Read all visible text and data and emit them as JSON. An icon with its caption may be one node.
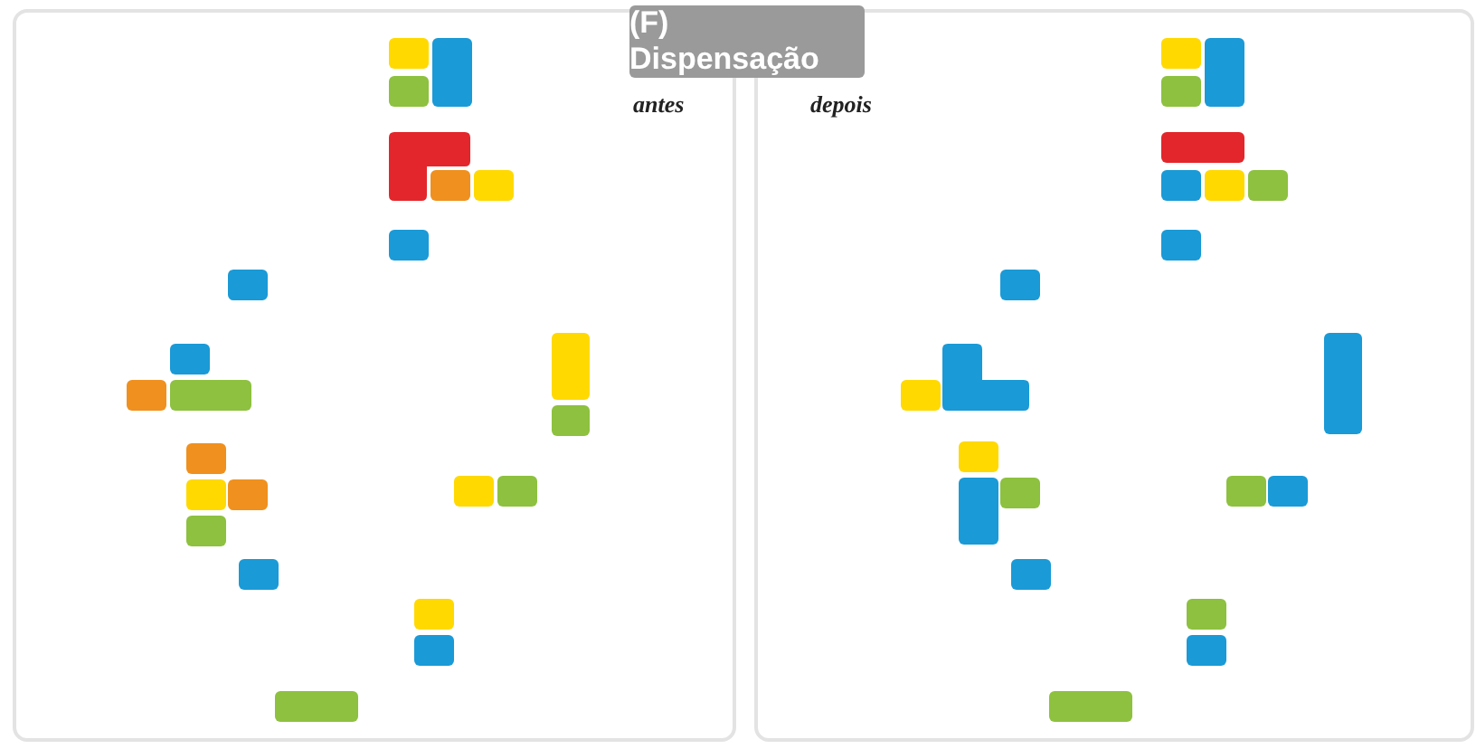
{
  "diagram": {
    "title": "(F) Dispensação",
    "labels": [
      "antes",
      "depois"
    ]
  }
}
